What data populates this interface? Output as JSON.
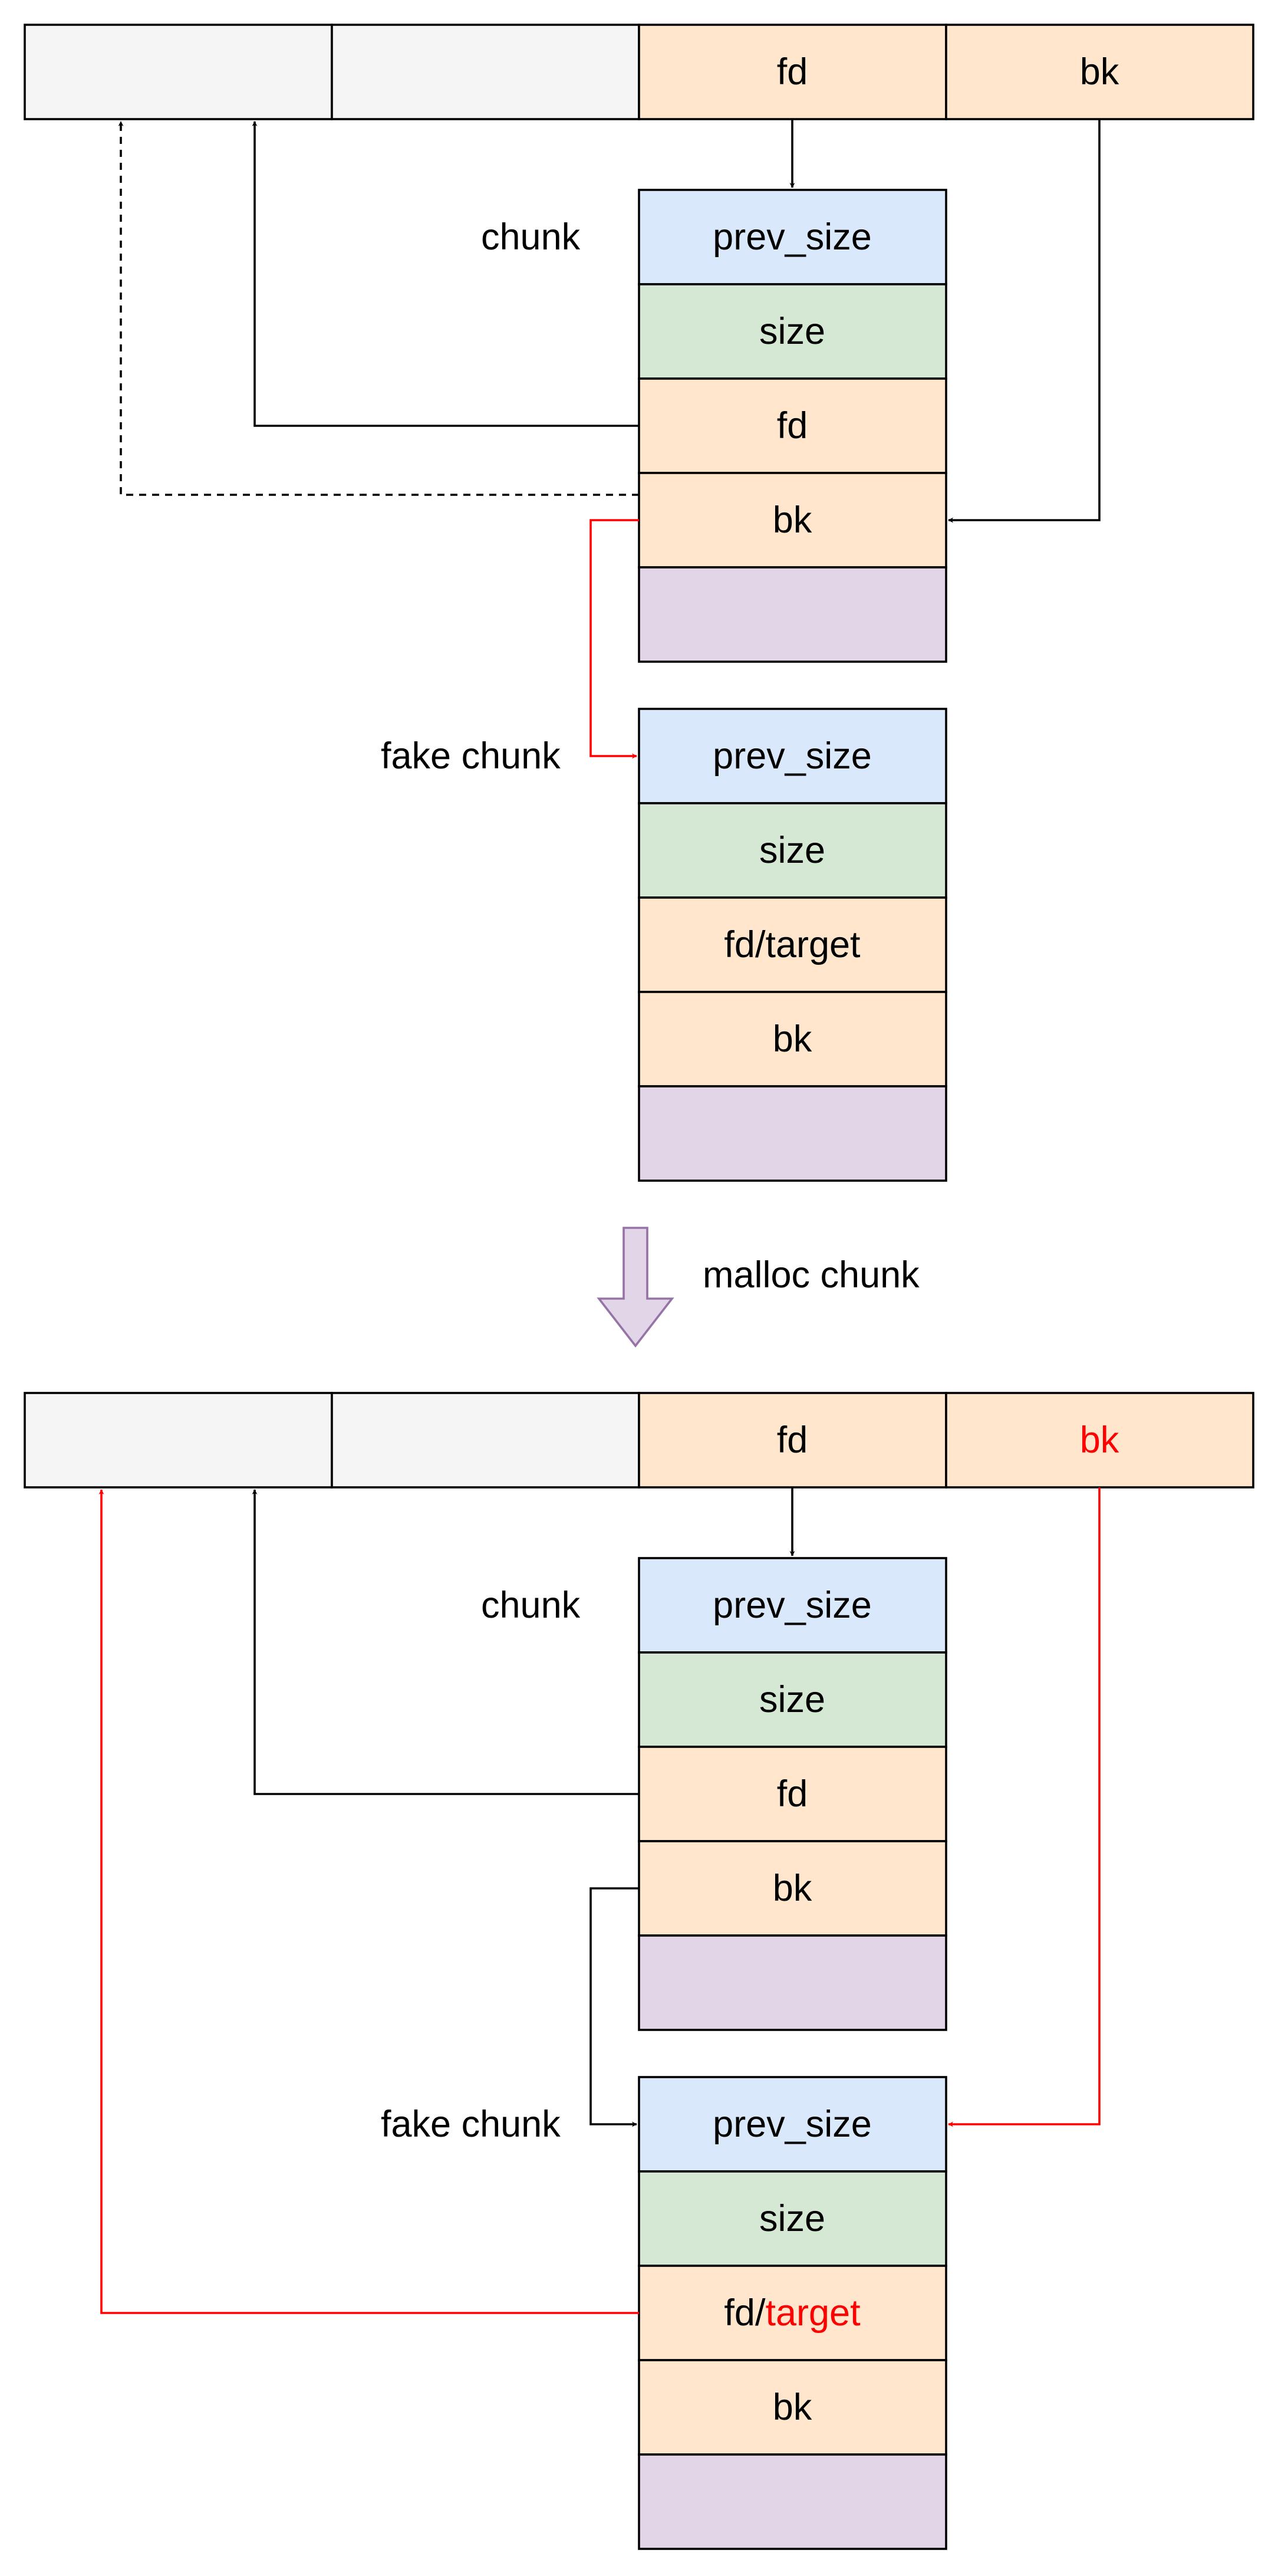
{
  "colors": {
    "plain": "#f5f5f5",
    "prev_size": "#dae8fc",
    "size": "#d5e8d4",
    "pointer": "#ffe6cc",
    "data": "#e1d5e7",
    "arrow": "#000000",
    "highlight": "#ff0000",
    "transition_arrow_fill": "#e1d5e7",
    "transition_arrow_stroke": "#9673a6"
  },
  "top": {
    "bin": {
      "fd_label": "fd",
      "bk_label": "bk"
    },
    "chunk": {
      "label": "chunk",
      "fields": [
        "prev_size",
        "size",
        "fd",
        "bk"
      ]
    },
    "fake_chunk": {
      "label": "fake chunk",
      "fields": [
        "prev_size",
        "size",
        "fd/target",
        "bk"
      ]
    }
  },
  "transition": {
    "label": "malloc chunk"
  },
  "bottom": {
    "bin": {
      "fd_label": "fd",
      "bk_label": "bk"
    },
    "chunk": {
      "label": "chunk",
      "fields": [
        "prev_size",
        "size",
        "fd",
        "bk"
      ]
    },
    "fake_chunk": {
      "label": "fake chunk",
      "fields": [
        "prev_size",
        "size"
      ],
      "fd_target": {
        "prefix": "fd/",
        "highlight": "target"
      },
      "bk_label": "bk"
    }
  }
}
